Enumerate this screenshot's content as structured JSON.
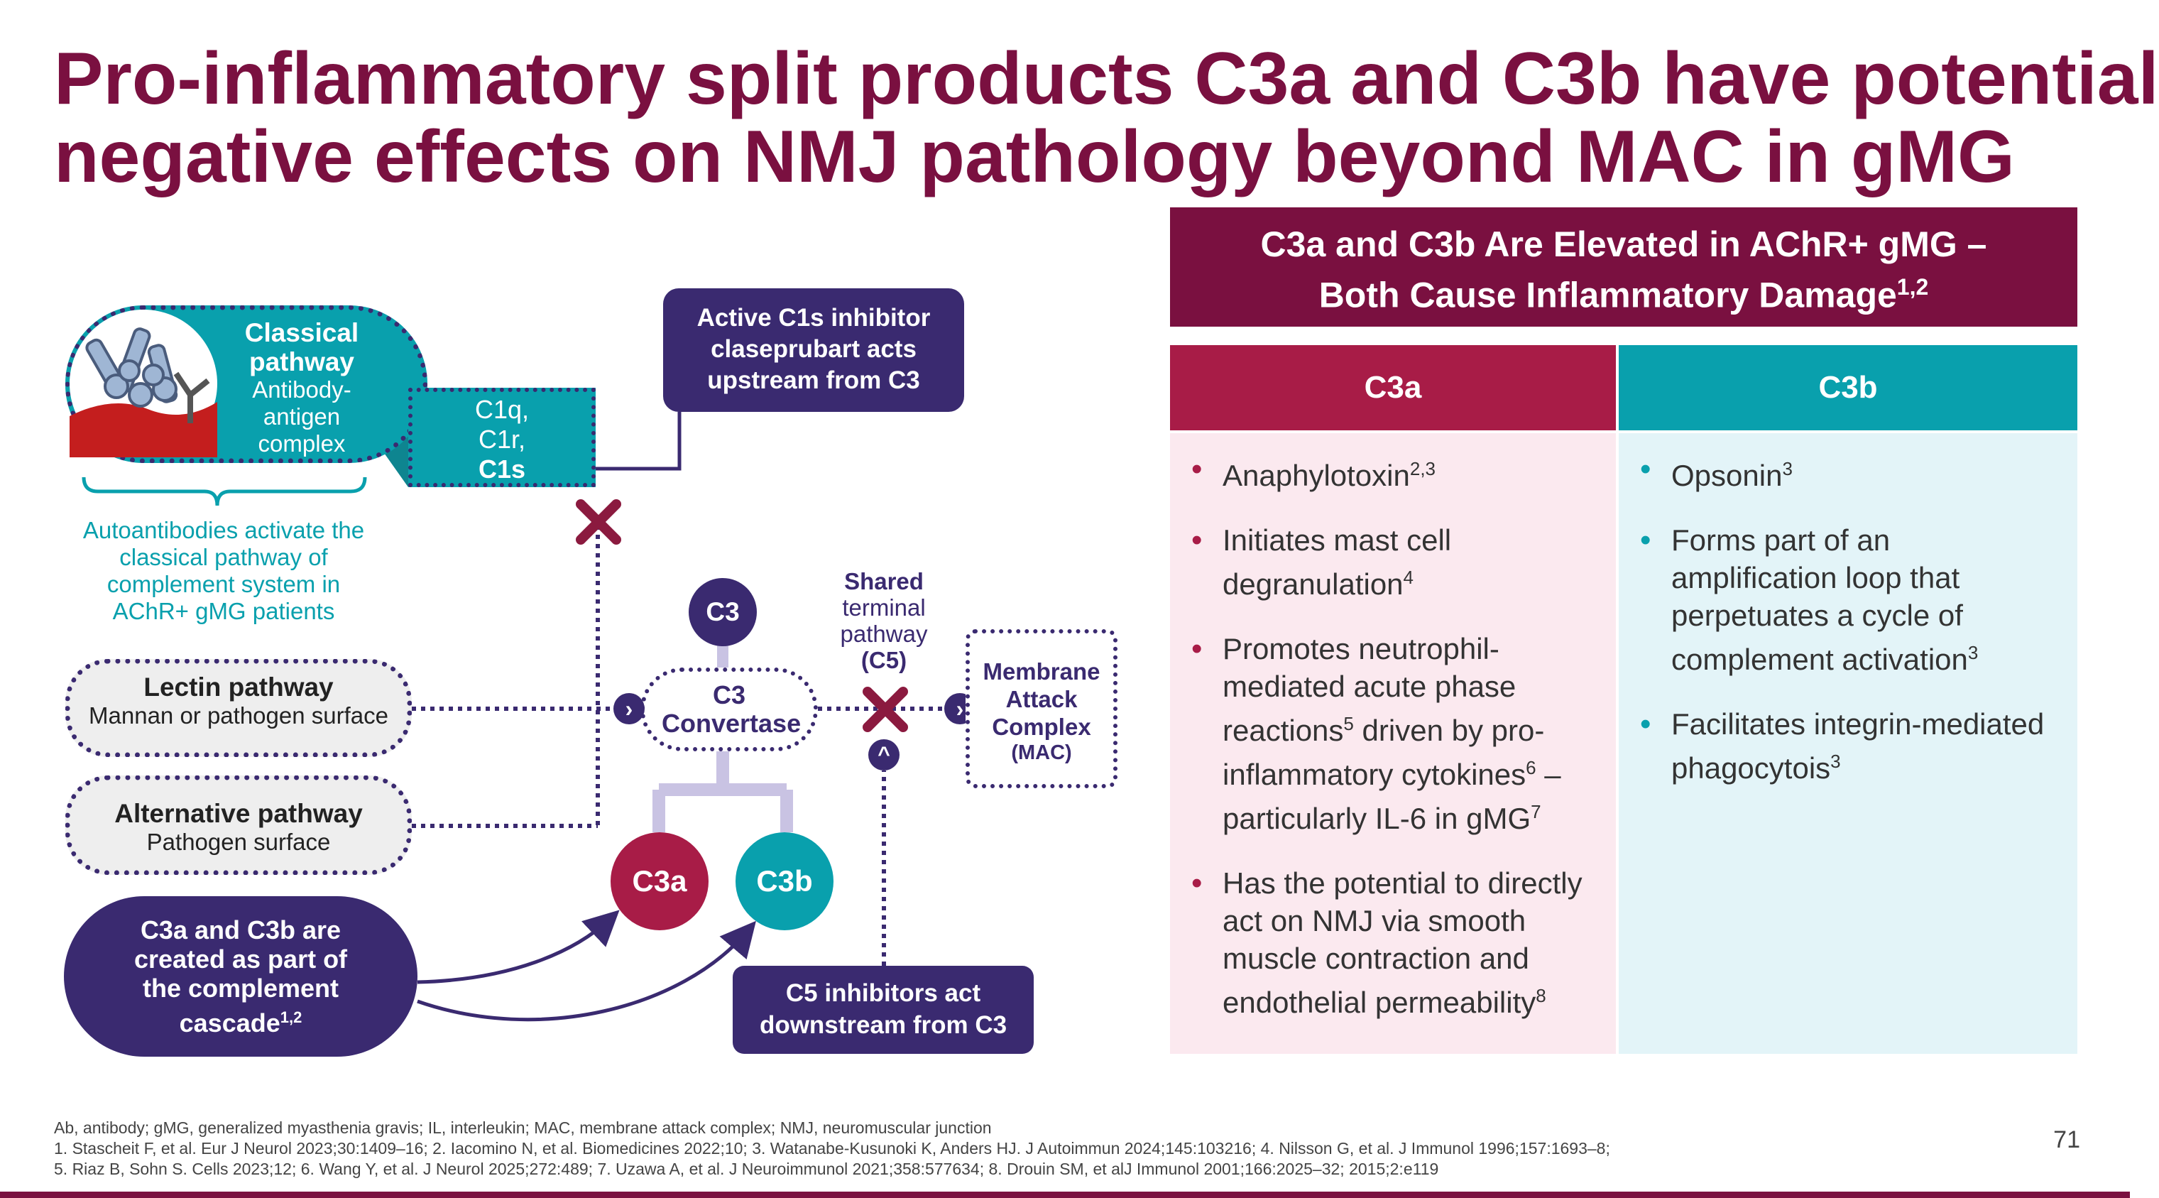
{
  "title": {
    "line1": "Pro-inflammatory split products C3a and C3b have potential",
    "line2": "negative effects on NMJ pathology beyond MAC in gMG"
  },
  "diagram": {
    "classical": {
      "name": "Classical pathway",
      "sub": "Antibody-antigen complex"
    },
    "c1": {
      "line1": "C1q,",
      "line2": "C1r,",
      "line3": "C1s"
    },
    "inhibitor_c1s": "Active C1s inhibitor claseprubart acts upstream from C3",
    "autoantibodies": "Autoantibodies activate the classical pathway of complement system in AChR+ gMG patients",
    "lectin": {
      "name": "Lectin pathway",
      "sub": "Mannan or pathogen surface"
    },
    "alternative": {
      "name": "Alternative pathway",
      "sub": "Pathogen surface"
    },
    "c3": "C3",
    "convertase": "C3 Convertase",
    "shared": {
      "line1": "Shared",
      "line2": "terminal",
      "line3": "pathway",
      "line4": "(C5)"
    },
    "mac": {
      "line1": "Membrane",
      "line2": "Attack",
      "line3": "Complex",
      "line4": "(MAC)"
    },
    "c3a": "C3a",
    "c3b": "C3b",
    "cascade": "C3a and C3b are created as part of the complement cascade",
    "cascade_ref": "1,2",
    "c5_inhibitors": "C5 inhibitors act downstream from C3"
  },
  "panel": {
    "header_line1": "C3a and C3b Are Elevated in AChR+ gMG –",
    "header_line2": "Both Cause Inflammatory Damage",
    "header_ref": "1,2",
    "col_c3a": "C3a",
    "col_c3b": "C3b",
    "c3a_bullets": [
      {
        "text": "Anaphylotoxin",
        "ref": "2,3"
      },
      {
        "text": "Initiates mast cell degranulation",
        "ref": "4"
      },
      {
        "t1": "Promotes neutrophil-mediated acute phase reactions",
        "r1": "5",
        "t2": " driven by pro-inflammatory cytokines",
        "r2": "6",
        "t3": " – particularly IL-6 in gMG",
        "r3": "7"
      },
      {
        "text": "Has the potential to directly act on NMJ via smooth muscle contraction and endothelial permeability",
        "ref": "8"
      }
    ],
    "c3b_bullets": [
      {
        "text": "Opsonin",
        "ref": "3"
      },
      {
        "text": "Forms part of an amplification loop that perpetuates a cycle of complement activation",
        "ref": "3"
      },
      {
        "text": "Facilitates integrin-mediated phagocytois",
        "ref": "3"
      }
    ]
  },
  "footnotes": {
    "abbrev": "Ab, antibody; gMG, generalized myasthenia gravis; IL, interleukin; MAC, membrane attack complex; NMJ, neuromuscular junction",
    "refs1": "1. Stascheit F, et al. Eur J Neurol 2023;30:1409–16; 2. Iacomino N, et al. Biomedicines 2022;10; 3. Watanabe-Kusunoki K, Anders HJ. J Autoimmun 2024;145:103216; 4. Nilsson G, et al. J Immunol 1996;157:1693–8;",
    "refs2": "5. Riaz B, Sohn S. Cells 2023;12; 6. Wang Y, et al. J Neurol 2025;272:489; 7. Uzawa A, et al. J Neuroimmunol 2021;358:577634; 8. Drouin SM, et alJ Immunol 2001;166:2025–32; 2015;2:e119"
  },
  "page_number": "71",
  "colors": {
    "brand": "#7a1040",
    "c3a": "#a81c47",
    "c3b": "#09a0ad",
    "navy": "#3a2a70"
  }
}
